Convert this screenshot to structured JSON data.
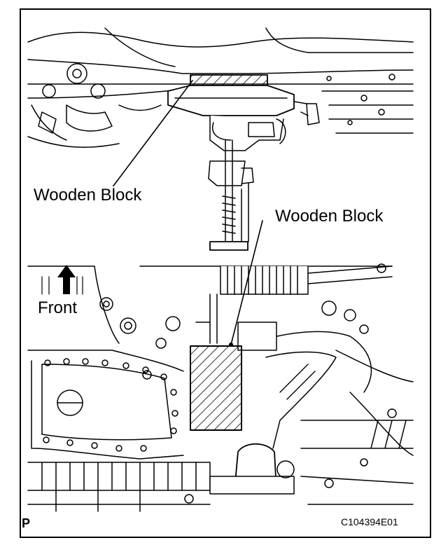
{
  "labels": {
    "wooden_block_upper": "Wooden Block",
    "wooden_block_lower": "Wooden Block",
    "front": "Front",
    "view_marker": "P",
    "figure_code": "C104394E01"
  },
  "colors": {
    "line": "#000000",
    "background": "#ffffff"
  },
  "icons": {
    "front_arrow": "arrow-up-icon"
  }
}
